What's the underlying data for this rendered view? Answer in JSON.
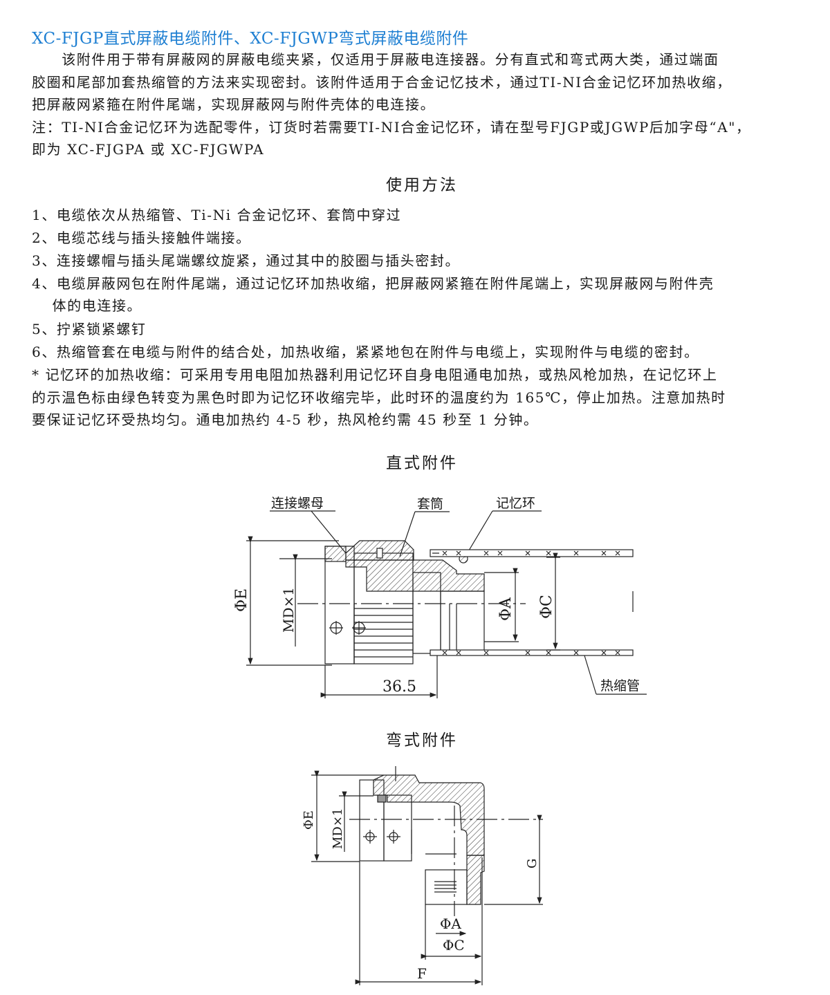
{
  "title": "XC-FJGP直式屏蔽电缆附件、XC-FJGWP弯式屏蔽电缆附件",
  "intro": [
    "　　该附件用于带有屏蔽网的屏蔽电缆夹紧，仅适用于屏蔽电连接器。分有直式和弯式两大类，通过端面",
    "胶圈和尾部加套热缩管的方法来实现密封。该附件适用于合金记忆技术，通过TI-NI合金记忆环加热收缩，",
    "把屏蔽网紧箍在附件尾端，实现屏蔽网与附件壳体的电连接。",
    "注：TI-NI合金记忆环为选配零件，订货时若需要TI-NI合金记忆环，请在型号FJGP或JGWP后加字母“A\"，",
    "即为 XC-FJGPA 或 XC-FJGWPA"
  ],
  "usage_heading": "使用方法",
  "usage": [
    "1、电缆依次从热缩管、Ti-Ni 合金记忆环、套筒中穿过",
    "2、电缆芯线与插头接触件端接。",
    "3、连接螺帽与插头尾端螺纹旋紧，通过其中的胶圈与插头密封。",
    "4、电缆屏蔽网包在附件尾端，通过记忆环加热收缩，把屏蔽网紧箍在附件尾端上，实现屏蔽网与附件壳",
    "　 体的电连接。",
    "5、拧紧锁紧螺钉",
    "6、热缩管套在电缆与附件的结合处，加热收缩，紧紧地包在附件与电缆上，实现附件与电缆的密封。",
    "* 记忆环的加热收缩：可采用专用电阻加热器利用记忆环自身电阻通电加热，或热风枪加热，在记忆环上",
    "的示温色标由绿色转变为黑色时即为记忆环收缩完毕，此时环的温度约为 165℃，停止加热。注意加热时",
    "要保证记忆环受热均匀。通电加热约 4-5 秒，热风枪约需 45 秒至 1 分钟。"
  ],
  "straight": {
    "heading": "直式附件",
    "label_nut": "连接螺母",
    "label_sleeve": "套筒",
    "label_ring": "记忆环",
    "label_shrink": "热缩管",
    "dim_e": "ΦE",
    "dim_md": "MD×1",
    "dim_a": "ΦA",
    "dim_c": "ΦC",
    "dim_len": "36.5"
  },
  "bent": {
    "heading": "弯式附件",
    "dim_e": "ΦE",
    "dim_md": "MD×1",
    "dim_g": "G",
    "dim_a": "ΦA",
    "dim_c": "ΦC",
    "dim_f": "F"
  },
  "colors": {
    "title": "#1e7fd2",
    "text": "#1a1a1a"
  }
}
